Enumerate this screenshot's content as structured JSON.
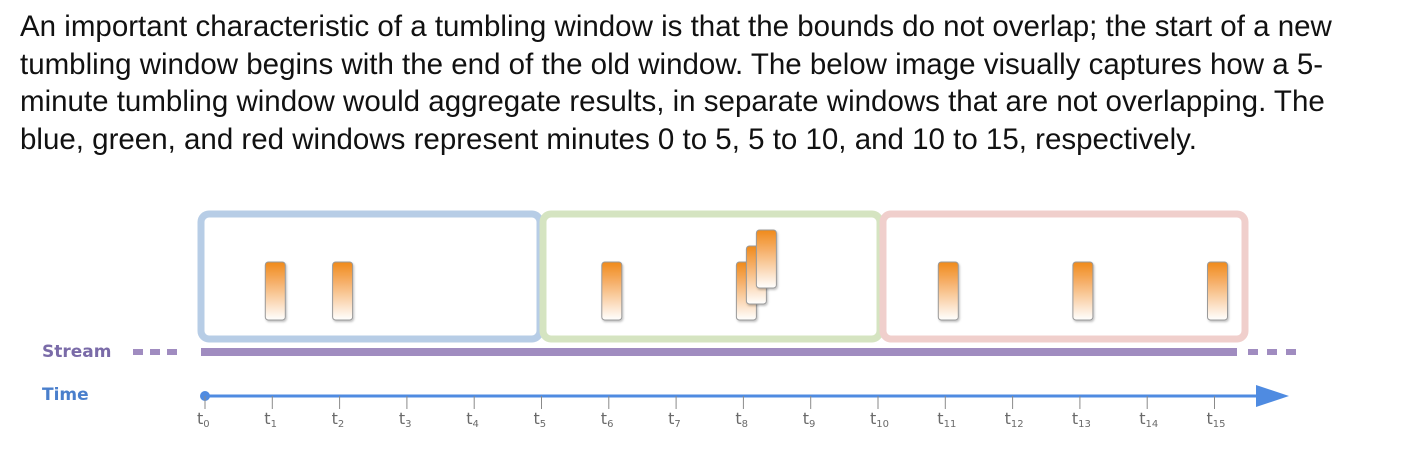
{
  "paragraph": "An important characteristic of a tumbling window is that the bounds do not overlap; the start of a new tumbling window begins with the end of the old window. The below image visually captures how a 5-minute tumbling window would aggregate results, in separate windows that are not overlapping. The blue, green, and red windows represent minutes 0 to 5, 5 to 10, and 10 to 15, respectively.",
  "diagram": {
    "stream_label": "Stream",
    "time_label": "Time",
    "tick_prefix": "t",
    "ticks": [
      "0",
      "1",
      "2",
      "3",
      "4",
      "5",
      "6",
      "7",
      "8",
      "9",
      "10",
      "11",
      "12",
      "13",
      "14",
      "15"
    ],
    "windows": [
      {
        "name": "blue",
        "border": "#b7cde6",
        "range": [
          "0",
          "5"
        ]
      },
      {
        "name": "green",
        "border": "#d5e4c1",
        "range": [
          "5",
          "10"
        ]
      },
      {
        "name": "red",
        "border": "#f0cfcc",
        "range": [
          "10",
          "15"
        ]
      }
    ],
    "events": [
      {
        "at": 1
      },
      {
        "at": 2
      },
      {
        "at": 6
      },
      {
        "at": 8,
        "stack": 3
      },
      {
        "at": 11
      },
      {
        "at": 13
      },
      {
        "at": 15
      }
    ],
    "colors": {
      "stream": "#a08cc0",
      "time_axis": "#4f8be1",
      "label": "#7a6ba8",
      "time_label": "#4a7fcc",
      "event_top": "#f08a1a",
      "event_bottom": "#ffffff"
    }
  }
}
